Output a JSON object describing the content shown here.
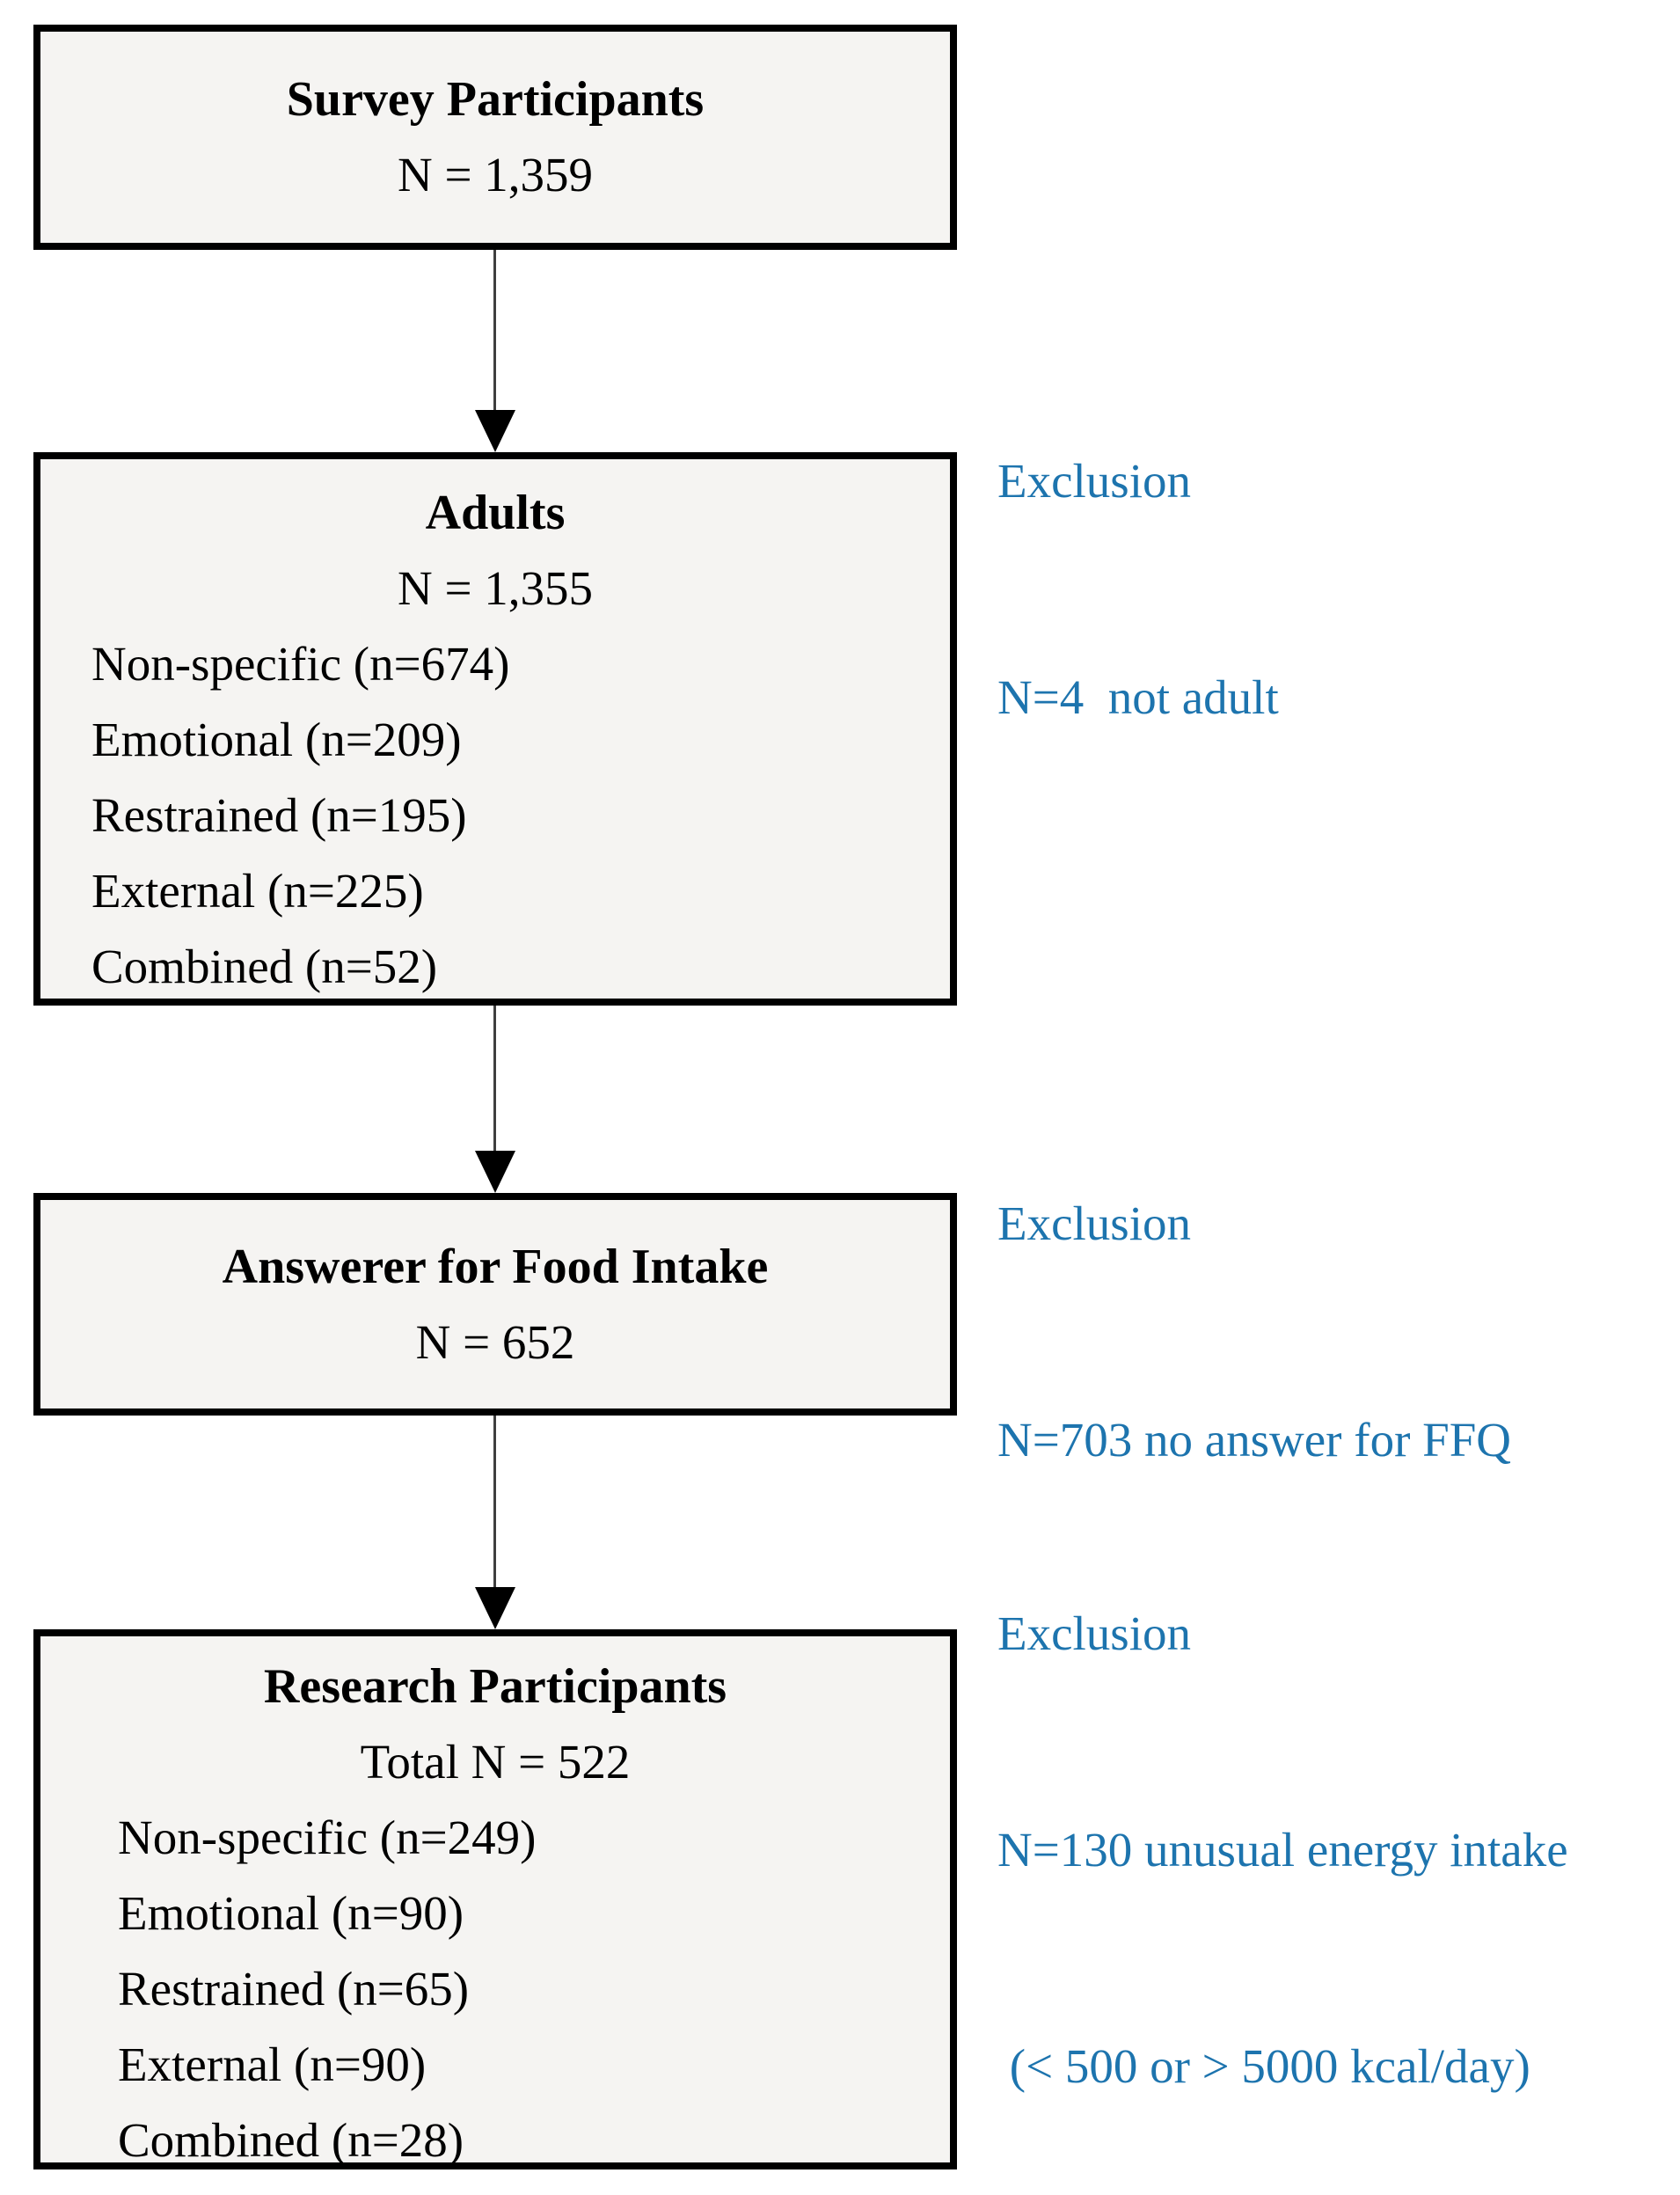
{
  "flow": {
    "boxes": [
      {
        "title": "Survey Participants",
        "subtitle": "N = 1,359",
        "items": []
      },
      {
        "title": "Adults",
        "subtitle": "N = 1,355",
        "items": [
          "Non-specific (n=674)",
          "Emotional (n=209)",
          "Restrained (n=195)",
          "External (n=225)",
          "Combined (n=52)"
        ]
      },
      {
        "title": "Answerer for Food Intake",
        "subtitle": "N = 652",
        "items": []
      },
      {
        "title": "Research Participants",
        "subtitle": "Total N = 522",
        "items": [
          "Non-specific (n=249)",
          "Emotional (n=90)",
          "Restrained (n=65)",
          "External (n=90)",
          "Combined (n=28)"
        ]
      }
    ],
    "exclusions": [
      {
        "label": "Exclusion",
        "lines": [
          "N=4  not adult"
        ]
      },
      {
        "label": "Exclusion",
        "lines": [
          "N=703 no answer for FFQ"
        ]
      },
      {
        "label": "Exclusion",
        "lines": [
          "N=130 unusual energy intake",
          " (< 500 or > 5000 kcal/day)"
        ]
      }
    ],
    "colors": {
      "exclusion_text": "#1d74ae",
      "box_fill": "#f5f4f2",
      "box_border": "#000000",
      "arrow_line": "#3f3f3f",
      "arrow_head": "#000000"
    }
  }
}
